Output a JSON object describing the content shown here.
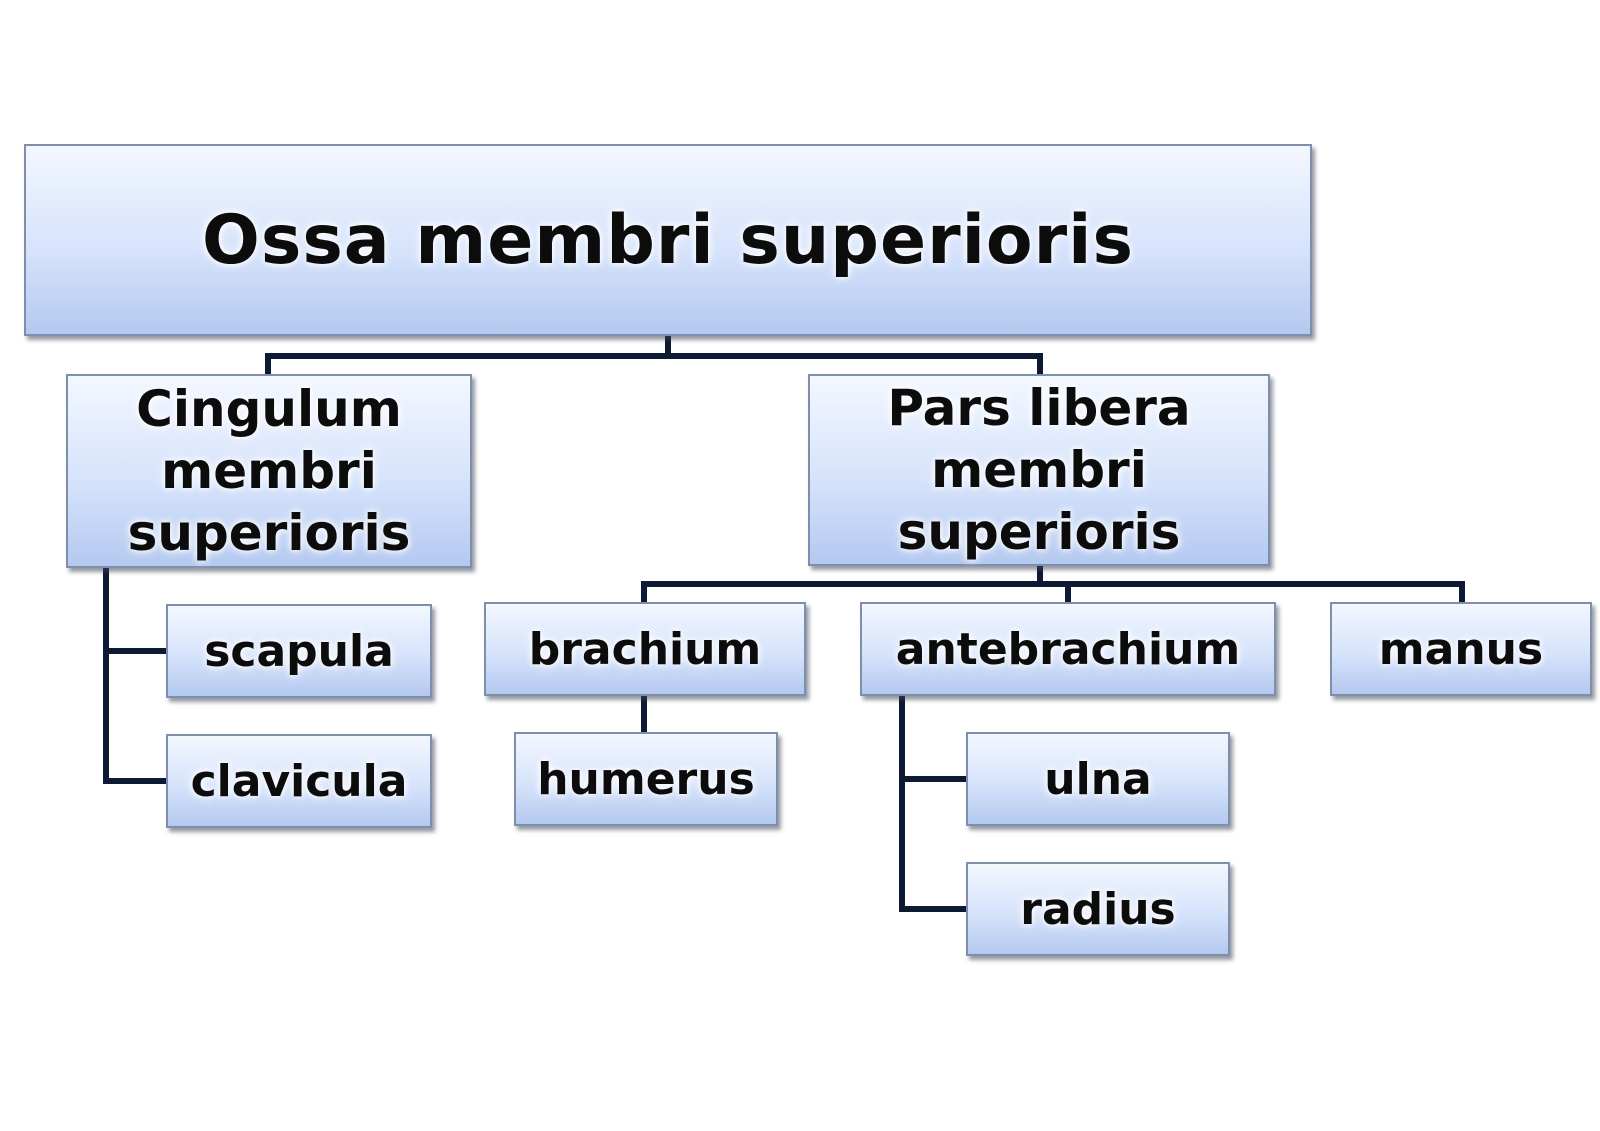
{
  "diagram": {
    "root": {
      "label": "Ossa membri superioris"
    },
    "cingulum": {
      "lines": [
        "Cingulum",
        "membri",
        "superioris"
      ]
    },
    "pars_libera": {
      "lines": [
        "Pars libera",
        "membri",
        "superioris"
      ]
    },
    "scapula": {
      "label": "scapula"
    },
    "clavicula": {
      "label": "clavicula"
    },
    "brachium": {
      "label": "brachium"
    },
    "humerus": {
      "label": "humerus"
    },
    "antebrachium": {
      "label": "antebrachium"
    },
    "manus": {
      "label": "manus"
    },
    "ulna": {
      "label": "ulna"
    },
    "radius": {
      "label": "radius"
    }
  }
}
